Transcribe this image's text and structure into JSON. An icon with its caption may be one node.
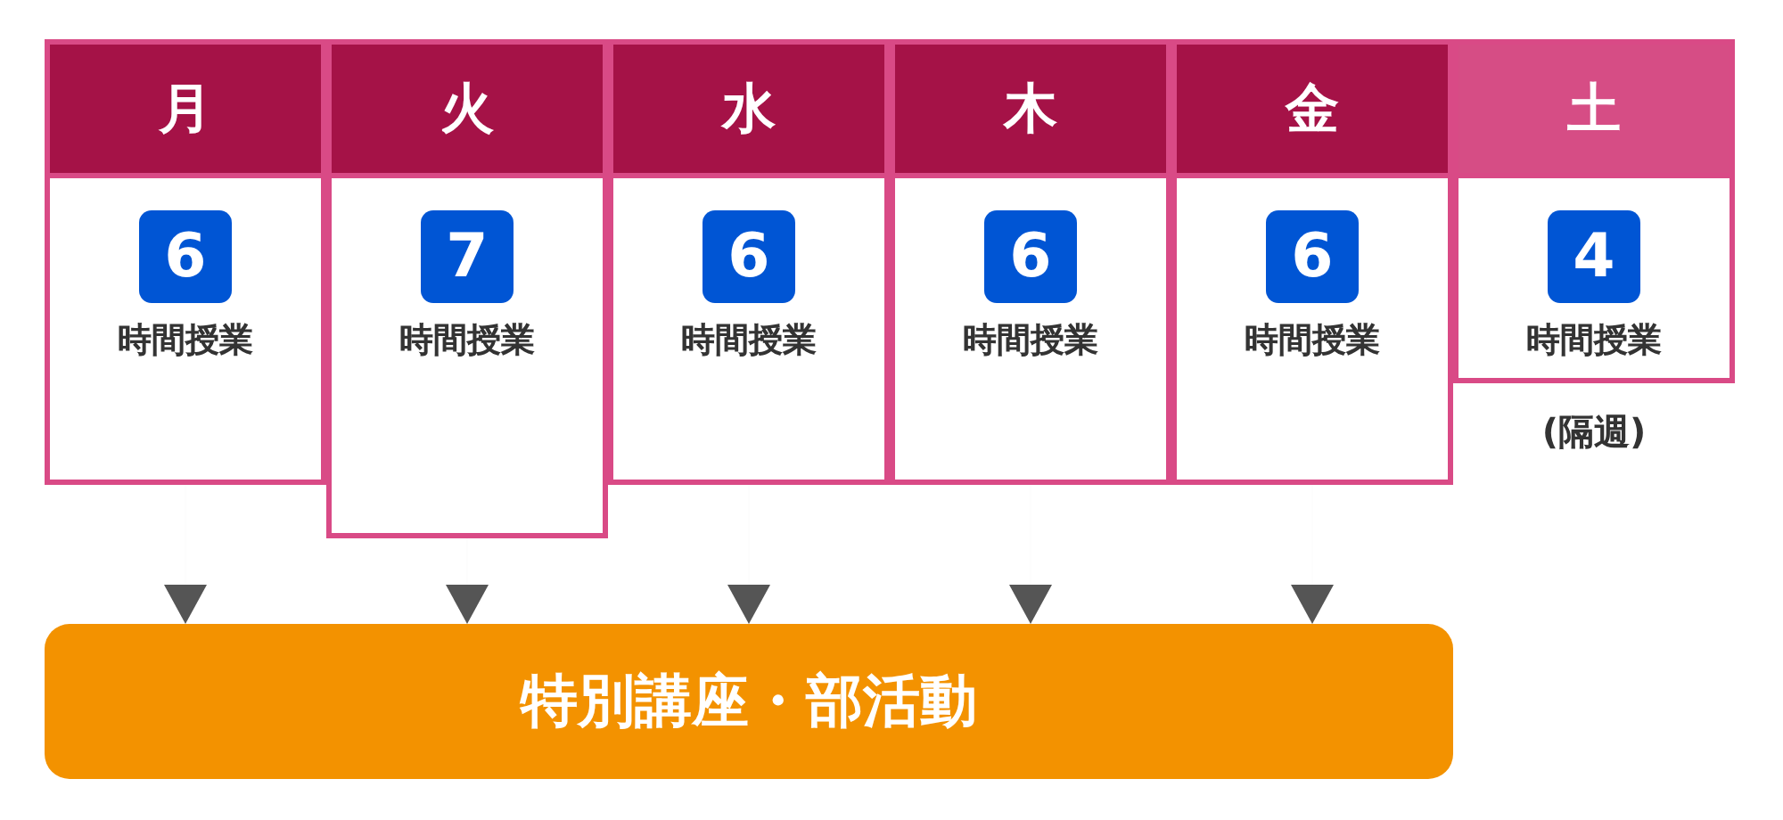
{
  "diagram": {
    "nodes": [
      {
        "text": [
          "月"
        ]
      },
      {
        "text": [
          "火"
        ]
      },
      {
        "text": [
          "水"
        ]
      },
      {
        "text": [
          "木"
        ]
      },
      {
        "text": [
          "金"
        ]
      },
      {
        "text": [
          "土"
        ]
      },
      {
        "text": [
          "6",
          "時間授業"
        ]
      },
      {
        "text": [
          "7",
          "時間授業"
        ]
      },
      {
        "text": [
          "6",
          "時間授業"
        ]
      },
      {
        "text": [
          "6",
          "時間授業"
        ]
      },
      {
        "text": [
          "6",
          "時間授業"
        ]
      },
      {
        "text": [
          "4",
          "時間授業"
        ],
        "beside": [
          "(隔週)"
        ]
      },
      {
        "text": [
          "特別講座・部活動"
        ]
      }
    ],
    "edges": [
      {
        "from": 6,
        "to": 12,
        "arrow": "to"
      },
      {
        "from": 7,
        "to": 12,
        "arrow": "to"
      },
      {
        "from": 8,
        "to": 12,
        "arrow": "to"
      },
      {
        "from": 9,
        "to": 12,
        "arrow": "to"
      },
      {
        "from": 10,
        "to": 12,
        "arrow": "to"
      }
    ]
  }
}
